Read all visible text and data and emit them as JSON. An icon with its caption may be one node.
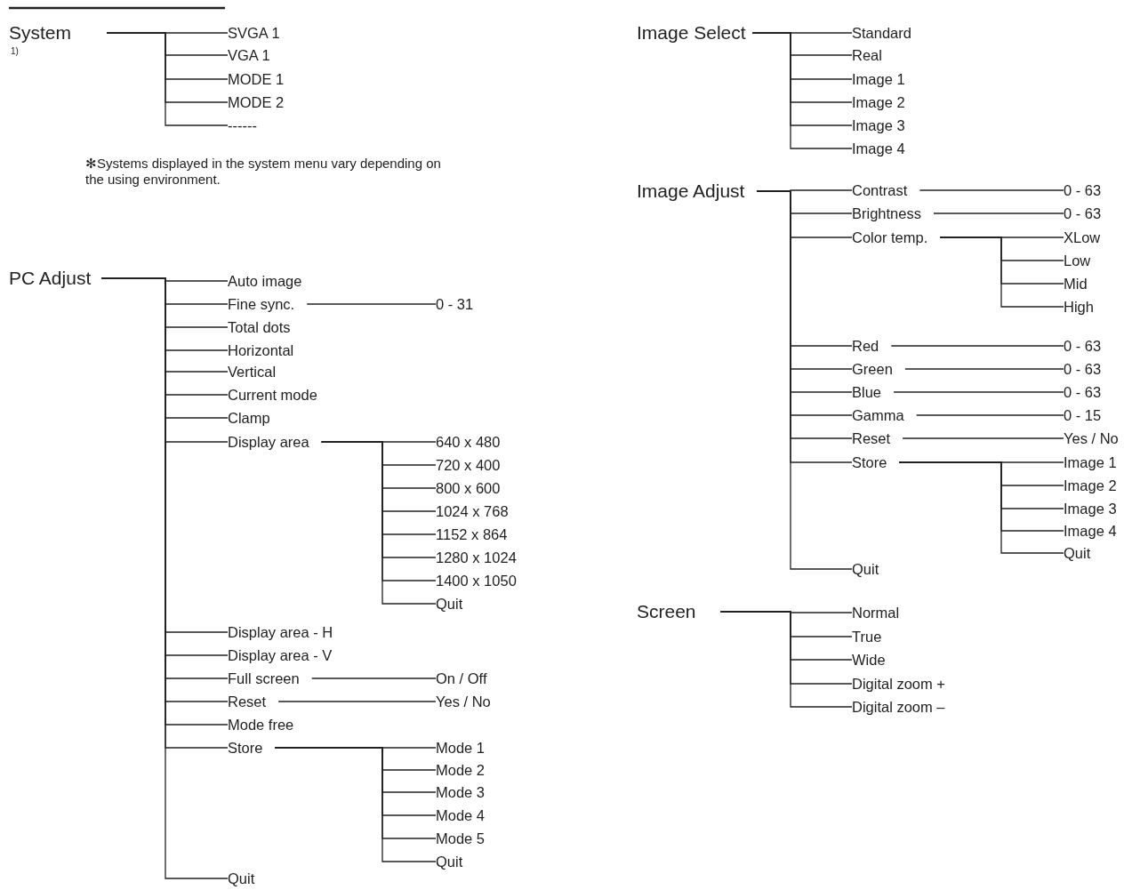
{
  "diagram": {
    "nodes": [
      {
        "text": [
          "System"
        ]
      },
      {
        "text": [
          "SVGA 1"
        ]
      },
      {
        "text": [
          "VGA 1"
        ]
      },
      {
        "text": [
          "MODE 1"
        ]
      },
      {
        "text": [
          "MODE 2"
        ]
      },
      {
        "text": [
          "------"
        ]
      },
      {
        "text": [
          "PC Adjust"
        ]
      },
      {
        "text": [
          "Auto image"
        ]
      },
      {
        "text": [
          "Fine sync."
        ]
      },
      {
        "text": [
          "0 - 31"
        ]
      },
      {
        "text": [
          "Total dots"
        ]
      },
      {
        "text": [
          "Horizontal"
        ]
      },
      {
        "text": [
          "Vertical"
        ]
      },
      {
        "text": [
          "Current mode"
        ]
      },
      {
        "text": [
          "Clamp"
        ]
      },
      {
        "text": [
          "Display area"
        ]
      },
      {
        "text": [
          "640 x 480"
        ]
      },
      {
        "text": [
          "720 x 400"
        ]
      },
      {
        "text": [
          "800 x 600"
        ]
      },
      {
        "text": [
          "1024 x 768"
        ]
      },
      {
        "text": [
          "1152 x 864"
        ]
      },
      {
        "text": [
          "1280 x 1024"
        ]
      },
      {
        "text": [
          "1400 x 1050"
        ]
      },
      {
        "text": [
          "Quit"
        ]
      },
      {
        "text": [
          "Display area - H"
        ]
      },
      {
        "text": [
          "Display area - V"
        ]
      },
      {
        "text": [
          "Full screen"
        ]
      },
      {
        "text": [
          "On / Off"
        ]
      },
      {
        "text": [
          "Reset"
        ]
      },
      {
        "text": [
          "Yes / No"
        ]
      },
      {
        "text": [
          "Mode free"
        ]
      },
      {
        "text": [
          "Store"
        ]
      },
      {
        "text": [
          "Mode 1"
        ]
      },
      {
        "text": [
          "Mode 2"
        ]
      },
      {
        "text": [
          "Mode 3"
        ]
      },
      {
        "text": [
          "Mode 4"
        ]
      },
      {
        "text": [
          "Mode 5"
        ]
      },
      {
        "text": [
          "Quit"
        ]
      },
      {
        "text": [
          "Quit"
        ]
      },
      {
        "text": [
          "Image Select"
        ]
      },
      {
        "text": [
          "Standard"
        ]
      },
      {
        "text": [
          "Real"
        ]
      },
      {
        "text": [
          "Image 1"
        ]
      },
      {
        "text": [
          "Image 2"
        ]
      },
      {
        "text": [
          "Image 3"
        ]
      },
      {
        "text": [
          "Image 4"
        ]
      },
      {
        "text": [
          "Image Adjust"
        ]
      },
      {
        "text": [
          "Contrast"
        ]
      },
      {
        "text": [
          "0 - 63"
        ]
      },
      {
        "text": [
          "Brightness"
        ]
      },
      {
        "text": [
          "0 - 63"
        ]
      },
      {
        "text": [
          "Color temp."
        ]
      },
      {
        "text": [
          "XLow"
        ]
      },
      {
        "text": [
          "Low"
        ]
      },
      {
        "text": [
          "Mid"
        ]
      },
      {
        "text": [
          "High"
        ]
      },
      {
        "text": [
          "Red"
        ]
      },
      {
        "text": [
          "0 - 63"
        ]
      },
      {
        "text": [
          "Green"
        ]
      },
      {
        "text": [
          "0 - 63"
        ]
      },
      {
        "text": [
          "Blue"
        ]
      },
      {
        "text": [
          "0 - 63"
        ]
      },
      {
        "text": [
          "Gamma"
        ]
      },
      {
        "text": [
          "0 - 15"
        ]
      },
      {
        "text": [
          "Reset"
        ]
      },
      {
        "text": [
          "Yes / No"
        ]
      },
      {
        "text": [
          "Store"
        ]
      },
      {
        "text": [
          "Image 1"
        ]
      },
      {
        "text": [
          "Image 2"
        ]
      },
      {
        "text": [
          "Image 3"
        ]
      },
      {
        "text": [
          "Image 4"
        ]
      },
      {
        "text": [
          "Quit"
        ]
      },
      {
        "text": [
          "Quit"
        ]
      },
      {
        "text": [
          "Screen"
        ]
      },
      {
        "text": [
          "Normal"
        ]
      },
      {
        "text": [
          "True"
        ]
      },
      {
        "text": [
          "Wide"
        ]
      },
      {
        "text": [
          "Digital zoom +"
        ]
      },
      {
        "text": [
          "Digital zoom –"
        ]
      }
    ],
    "edges": [
      {
        "from": 0,
        "to": 1,
        "arrow": "none"
      },
      {
        "from": 0,
        "to": 2,
        "arrow": "none"
      },
      {
        "from": 0,
        "to": 3,
        "arrow": "none"
      },
      {
        "from": 0,
        "to": 4,
        "arrow": "none"
      },
      {
        "from": 0,
        "to": 5,
        "arrow": "none"
      },
      {
        "from": 6,
        "to": 7,
        "arrow": "none"
      },
      {
        "from": 6,
        "to": 8,
        "arrow": "none"
      },
      {
        "from": 8,
        "to": 9,
        "arrow": "none"
      },
      {
        "from": 6,
        "to": 10,
        "arrow": "none"
      },
      {
        "from": 6,
        "to": 11,
        "arrow": "none"
      },
      {
        "from": 6,
        "to": 12,
        "arrow": "none"
      },
      {
        "from": 6,
        "to": 13,
        "arrow": "none"
      },
      {
        "from": 6,
        "to": 14,
        "arrow": "none"
      },
      {
        "from": 6,
        "to": 15,
        "arrow": "none"
      },
      {
        "from": 15,
        "to": 16,
        "arrow": "none"
      },
      {
        "from": 15,
        "to": 17,
        "arrow": "none"
      },
      {
        "from": 15,
        "to": 18,
        "arrow": "none"
      },
      {
        "from": 15,
        "to": 19,
        "arrow": "none"
      },
      {
        "from": 15,
        "to": 20,
        "arrow": "none"
      },
      {
        "from": 15,
        "to": 21,
        "arrow": "none"
      },
      {
        "from": 15,
        "to": 22,
        "arrow": "none"
      },
      {
        "from": 15,
        "to": 23,
        "arrow": "none"
      },
      {
        "from": 6,
        "to": 24,
        "arrow": "none"
      },
      {
        "from": 6,
        "to": 25,
        "arrow": "none"
      },
      {
        "from": 6,
        "to": 26,
        "arrow": "none"
      },
      {
        "from": 26,
        "to": 27,
        "arrow": "none"
      },
      {
        "from": 6,
        "to": 28,
        "arrow": "none"
      },
      {
        "from": 28,
        "to": 29,
        "arrow": "none"
      },
      {
        "from": 6,
        "to": 30,
        "arrow": "none"
      },
      {
        "from": 6,
        "to": 31,
        "arrow": "none"
      },
      {
        "from": 31,
        "to": 32,
        "arrow": "none"
      },
      {
        "from": 31,
        "to": 33,
        "arrow": "none"
      },
      {
        "from": 31,
        "to": 34,
        "arrow": "none"
      },
      {
        "from": 31,
        "to": 35,
        "arrow": "none"
      },
      {
        "from": 31,
        "to": 36,
        "arrow": "none"
      },
      {
        "from": 31,
        "to": 37,
        "arrow": "none"
      },
      {
        "from": 6,
        "to": 38,
        "arrow": "none"
      },
      {
        "from": 39,
        "to": 40,
        "arrow": "none"
      },
      {
        "from": 39,
        "to": 41,
        "arrow": "none"
      },
      {
        "from": 39,
        "to": 42,
        "arrow": "none"
      },
      {
        "from": 39,
        "to": 43,
        "arrow": "none"
      },
      {
        "from": 39,
        "to": 44,
        "arrow": "none"
      },
      {
        "from": 39,
        "to": 45,
        "arrow": "none"
      },
      {
        "from": 46,
        "to": 47,
        "arrow": "none"
      },
      {
        "from": 47,
        "to": 48,
        "arrow": "none"
      },
      {
        "from": 46,
        "to": 49,
        "arrow": "none"
      },
      {
        "from": 49,
        "to": 50,
        "arrow": "none"
      },
      {
        "from": 46,
        "to": 51,
        "arrow": "none"
      },
      {
        "from": 51,
        "to": 52,
        "arrow": "none"
      },
      {
        "from": 51,
        "to": 53,
        "arrow": "none"
      },
      {
        "from": 51,
        "to": 54,
        "arrow": "none"
      },
      {
        "from": 51,
        "to": 55,
        "arrow": "none"
      },
      {
        "from": 46,
        "to": 56,
        "arrow": "none"
      },
      {
        "from": 56,
        "to": 57,
        "arrow": "none"
      },
      {
        "from": 46,
        "to": 58,
        "arrow": "none"
      },
      {
        "from": 58,
        "to": 59,
        "arrow": "none"
      },
      {
        "from": 46,
        "to": 60,
        "arrow": "none"
      },
      {
        "from": 60,
        "to": 61,
        "arrow": "none"
      },
      {
        "from": 46,
        "to": 62,
        "arrow": "none"
      },
      {
        "from": 62,
        "to": 63,
        "arrow": "none"
      },
      {
        "from": 46,
        "to": 64,
        "arrow": "none"
      },
      {
        "from": 64,
        "to": 65,
        "arrow": "none"
      },
      {
        "from": 46,
        "to": 66,
        "arrow": "none"
      },
      {
        "from": 66,
        "to": 67,
        "arrow": "none"
      },
      {
        "from": 66,
        "to": 68,
        "arrow": "none"
      },
      {
        "from": 66,
        "to": 69,
        "arrow": "none"
      },
      {
        "from": 66,
        "to": 70,
        "arrow": "none"
      },
      {
        "from": 66,
        "to": 71,
        "arrow": "none"
      },
      {
        "from": 46,
        "to": 72,
        "arrow": "none"
      },
      {
        "from": 73,
        "to": 74,
        "arrow": "none"
      },
      {
        "from": 73,
        "to": 75,
        "arrow": "none"
      },
      {
        "from": 73,
        "to": 76,
        "arrow": "none"
      },
      {
        "from": 73,
        "to": 77,
        "arrow": "none"
      },
      {
        "from": 73,
        "to": 78,
        "arrow": "none"
      }
    ],
    "labels": [
      "1)",
      "✻Systems displayed in the system menu vary depending on the using environment."
    ]
  }
}
